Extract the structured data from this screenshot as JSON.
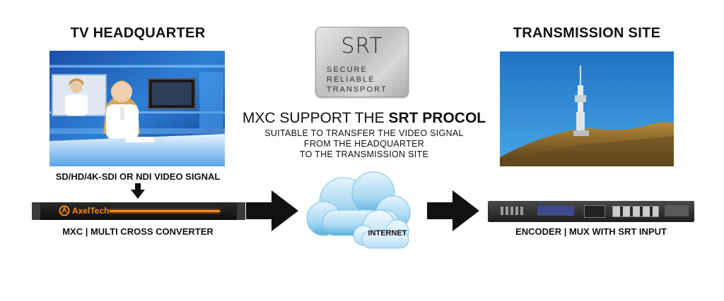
{
  "left": {
    "heading": "TV HEADQUARTER",
    "signal_label": "SD/HD/4K-SDI OR NDI VIDEO SIGNAL",
    "device_label": "MXC | MULTI CROSS CONVERTER",
    "device_logo_text": "AxelTech"
  },
  "right": {
    "heading": "TRANSMISSION SITE",
    "device_label": "ENCODER | MUX WITH SRT INPUT"
  },
  "center": {
    "logo": {
      "word": "SRT",
      "lines": [
        "SECURE",
        "RELIABLE",
        "TRANSPORT"
      ]
    },
    "title_prefix": "MXC SUPPORT THE ",
    "title_bold": "SRT PROCOL",
    "description": [
      "SUITABLE TO TRANSFER THE VIDEO SIGNAL",
      "FROM THE HEADQUARTER",
      "TO THE TRANSMISSION SITE"
    ],
    "cloud_label": "INTERNET"
  },
  "colors": {
    "accent_orange": "#ff8a1a",
    "cloud_light": "#dff1fb",
    "cloud_mid": "#9fd4f0",
    "cloud_dark": "#5fb2e0",
    "arrow": "#111111"
  }
}
